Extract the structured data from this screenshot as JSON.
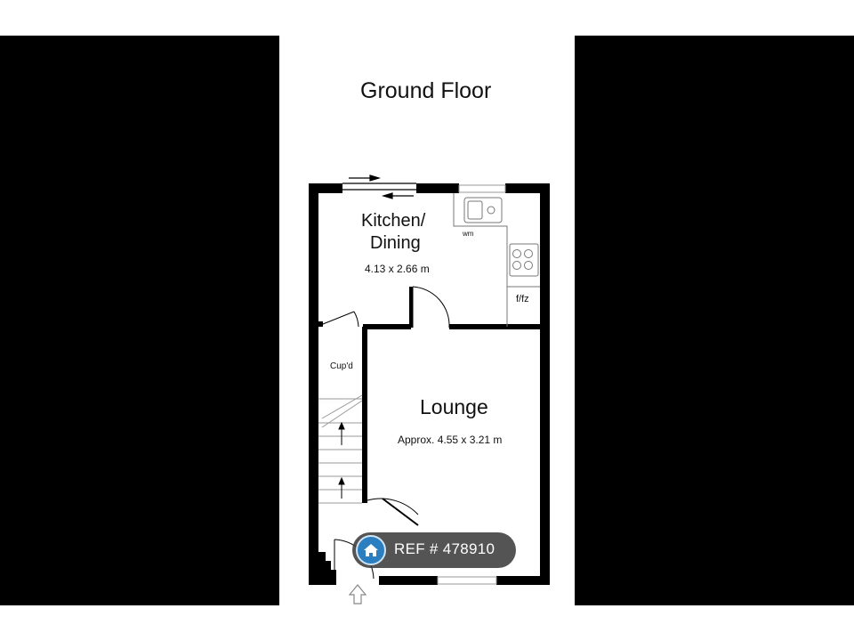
{
  "title": "Ground Floor",
  "rooms": {
    "kitchen": {
      "name_line1": "Kitchen/",
      "name_line2": "Dining",
      "dimensions": "4.13 x 2.66 m"
    },
    "lounge": {
      "name": "Lounge",
      "dimensions": "Approx. 4.55 x 3.21 m"
    },
    "cupboard": {
      "name": "Cup'd"
    }
  },
  "appliances": {
    "fridge_freezer": "f/fz",
    "washing_machine": "wm"
  },
  "reference": {
    "label": "REF # 478910",
    "icon": "home-icon"
  },
  "colors": {
    "badge_bg": "#3c3c3c",
    "badge_icon": "#2b7fc1",
    "walls": "#000000"
  }
}
